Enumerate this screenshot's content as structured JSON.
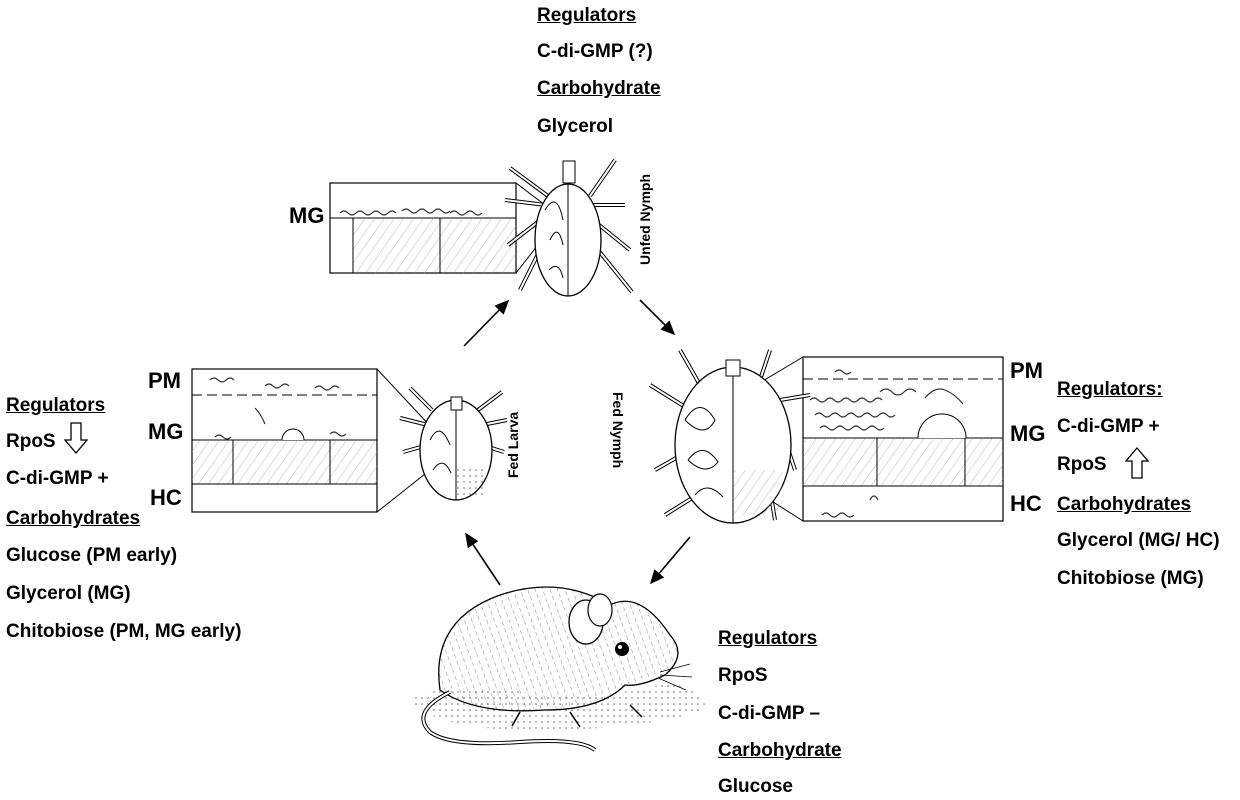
{
  "top": {
    "regulators_heading": "Regulators",
    "regulator_1": "C-di-GMP (?)",
    "carbohydrate_heading": "Carbohydrate",
    "carbohydrate_1": "Glycerol",
    "panel_label_mg": "MG",
    "stage_label": "Unfed Nymph"
  },
  "left": {
    "regulators_heading": "Regulators",
    "regulator_1": "RpoS",
    "regulator_1_arrow": "down",
    "regulator_2": "C-di-GMP +",
    "carbohydrate_heading": "Carbohydrates",
    "carbohydrate_1": "Glucose (PM early)",
    "carbohydrate_2": "Glycerol (MG)",
    "carbohydrate_3": "Chitobiose (PM, MG early)",
    "panel_label_pm": "PM",
    "panel_label_mg": "MG",
    "panel_label_hc": "HC",
    "stage_label": "Fed Larva"
  },
  "right": {
    "regulators_heading": "Regulators:",
    "regulator_1": "C-di-GMP +",
    "regulator_2": "RpoS",
    "regulator_2_arrow": "up",
    "carbohydrate_heading": "Carbohydrates",
    "carbohydrate_1": "Glycerol (MG/ HC)",
    "carbohydrate_2": "Chitobiose (MG)",
    "panel_label_pm": "PM",
    "panel_label_mg": "MG",
    "panel_label_hc": "HC",
    "stage_label": "Fed Nymph"
  },
  "bottom": {
    "regulators_heading": "Regulators",
    "regulator_1": "RpoS",
    "regulator_2": "C-di-GMP –",
    "carbohydrate_heading": "Carbohydrate",
    "carbohydrate_1": "Glucose"
  }
}
